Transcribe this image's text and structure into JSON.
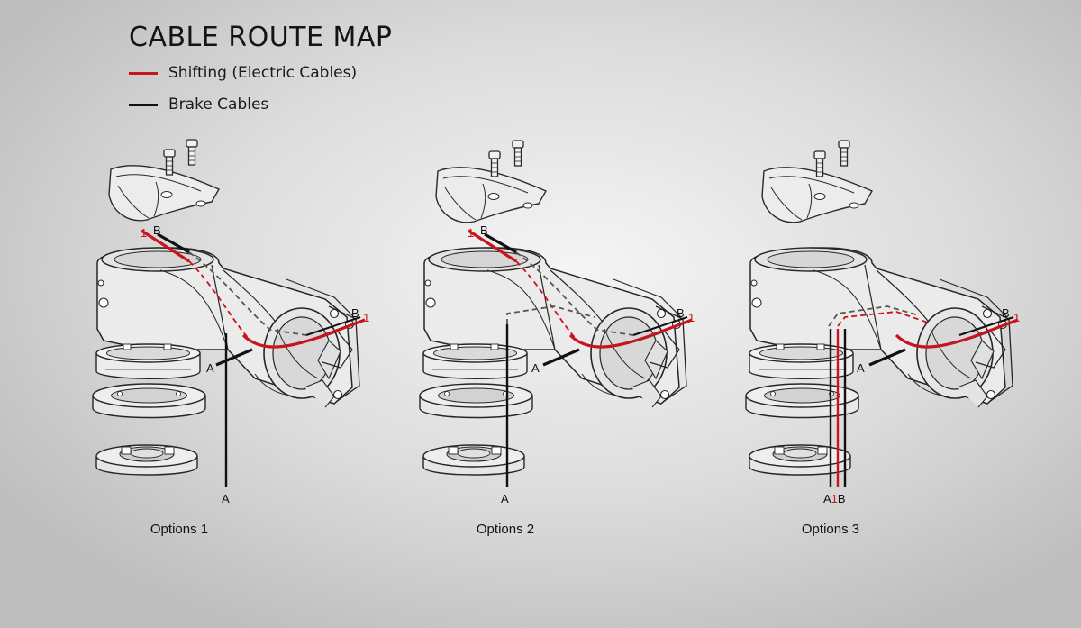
{
  "title": "CABLE ROUTE MAP",
  "legend": [
    {
      "label": "Shifting (Electric Cables)",
      "color": "#c8141e"
    },
    {
      "label": "Brake Cables",
      "color": "#111111"
    }
  ],
  "colors": {
    "shift": "#c8141e",
    "brake": "#111111",
    "outline": "#2a2a2a",
    "part_fill": "#e8e8e8"
  },
  "options": [
    {
      "caption": "Options 1",
      "route": 1,
      "top_labels": [
        "1",
        "B"
      ],
      "right_labels": [
        "B",
        "1"
      ],
      "mid_label": "A",
      "bottom_label": "A"
    },
    {
      "caption": "Options 2",
      "route": 2,
      "top_labels": [
        "1",
        "B"
      ],
      "right_labels": [
        "B",
        "1"
      ],
      "mid_label": "A",
      "bottom_label": "A"
    },
    {
      "caption": "Options 3",
      "route": 3,
      "top_labels": [],
      "right_labels": [
        "B",
        "1"
      ],
      "mid_label": "A",
      "bottom_label": "A1B"
    }
  ]
}
